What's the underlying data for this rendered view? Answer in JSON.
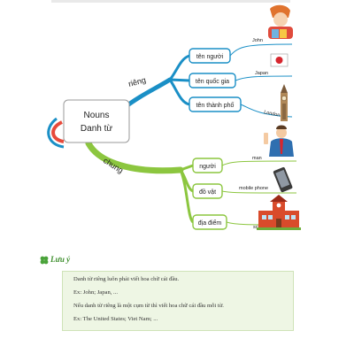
{
  "center": {
    "line1": "Nouns",
    "line2": "Danh từ"
  },
  "branches": {
    "proper": {
      "label": "riêng",
      "color": "#1a8fc6",
      "items": [
        {
          "label": "tên người",
          "example": "John",
          "icon": "person-reading-icon"
        },
        {
          "label": "tên quốc gia",
          "example": "Japan",
          "icon": "japan-flag-icon"
        },
        {
          "label": "tên thành phố",
          "example": "London",
          "icon": "big-ben-icon"
        }
      ]
    },
    "common": {
      "label": "chung",
      "color": "#8cc63f",
      "items": [
        {
          "label": "người",
          "example": "man",
          "icon": "businessman-icon"
        },
        {
          "label": "đồ vật",
          "example": "mobile phone",
          "icon": "mobile-phone-icon"
        },
        {
          "label": "địa điểm",
          "example": "school",
          "icon": "school-building-icon"
        }
      ]
    }
  },
  "note": {
    "title": "Lưu ý",
    "icon": "clover-icon",
    "lines": [
      "Danh từ riêng luôn phải viết hoa chữ cái đầu.",
      "Ex: John; Japan, ...",
      "Nếu danh từ riêng là một cụm từ thì viết hoa chữ cái đầu mỗi từ.",
      "Ex: The United States; Viet Nam; ..."
    ]
  }
}
